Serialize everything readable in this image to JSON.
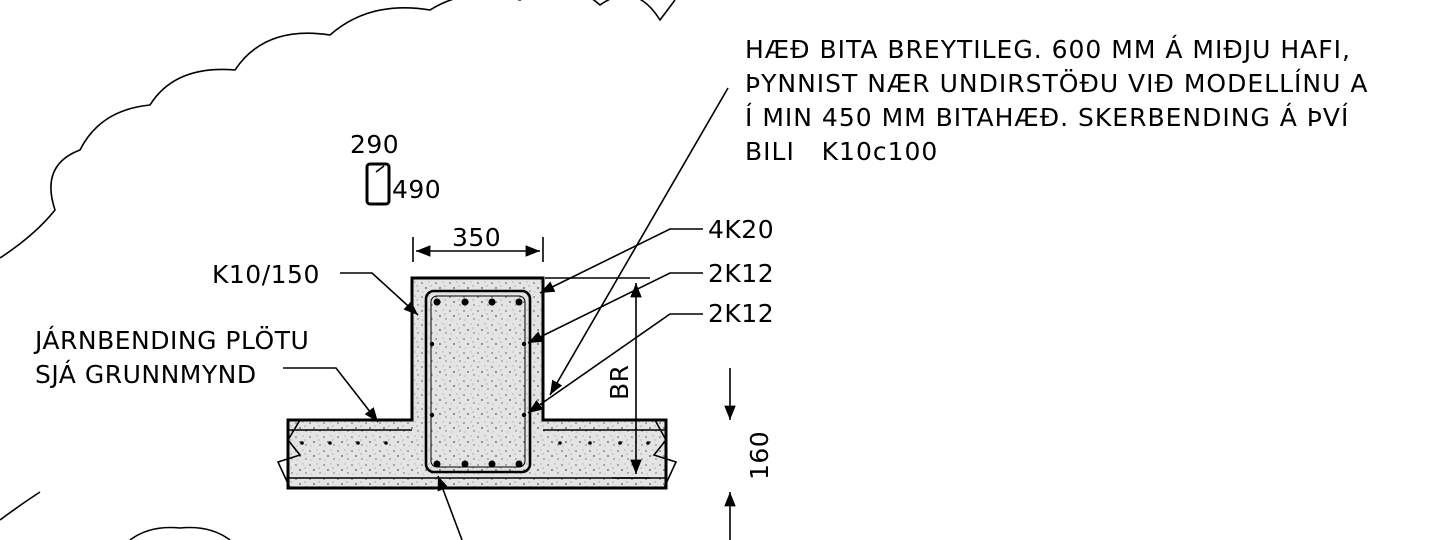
{
  "note": {
    "lines": [
      "HÆÐ BITA BREYTILEG. 600 MM Á MIÐJU HAFI,",
      "ÞYNNIST NÆR UNDIRSTÖÐU VIÐ MODELLÍNU A",
      "Í MIN 450 MM BITAHÆÐ. SKERBENDING Á ÞVÍ",
      "BILI   K10c100"
    ]
  },
  "stirrup_detail": {
    "width": "290",
    "height": "490"
  },
  "dimensions": {
    "beam_width": "350",
    "beam_height": "BR",
    "slab_thickness": "160"
  },
  "labels": {
    "stirrup": "K10/150",
    "slab_rebar_line1": "JÁRNBENDING PLÖTU",
    "slab_rebar_line2": "SJÁ GRUNNMYND",
    "top_bars": "4K20",
    "side_bars_1": "2K12",
    "side_bars_2": "2K12"
  },
  "colors": {
    "ink": "#000000",
    "concrete": "#cfcfcf",
    "background": "#ffffff"
  }
}
